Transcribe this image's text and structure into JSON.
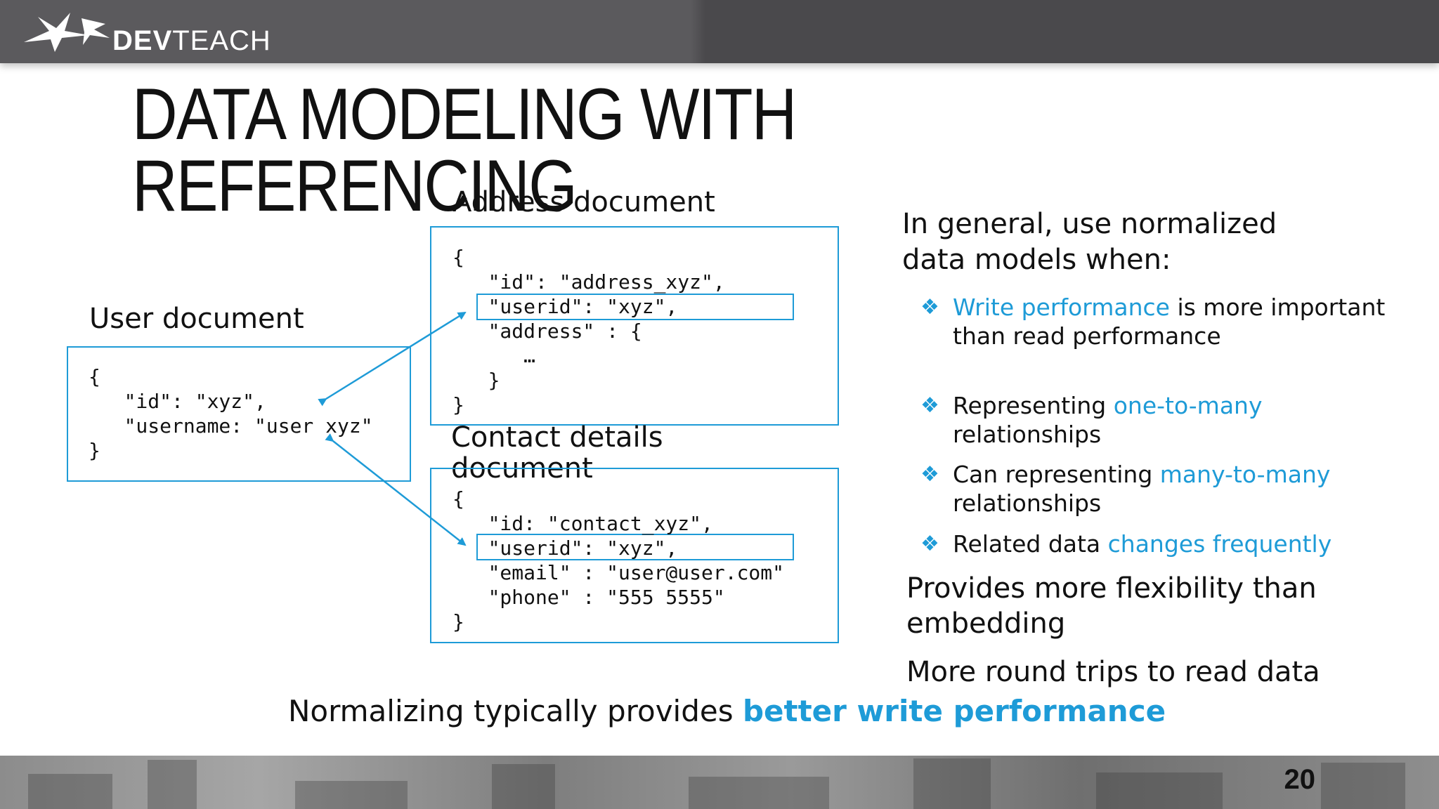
{
  "brand": {
    "logo_bold": "DEV",
    "logo_light": "TEACH"
  },
  "slide": {
    "title_line1": "DATA MODELING WITH",
    "title_line2": "REFERENCING",
    "page_number": "20"
  },
  "user_doc": {
    "label": "User document",
    "lines": [
      "{",
      "   \"id\": \"xyz\",",
      "   \"username: \"user xyz\"",
      "}"
    ]
  },
  "address_doc": {
    "label": "Address document",
    "lines": [
      "{",
      "   \"id\": \"address_xyz\",",
      "   \"userid\": \"xyz\",",
      "   \"address\" : {",
      "      …",
      "   }",
      "}"
    ]
  },
  "contact_doc": {
    "label_line1": "Contact details",
    "label_line2": "document",
    "lines": [
      "{",
      "   \"id: \"contact_xyz\",",
      "   \"userid\": \"xyz\",",
      "   \"email\" : \"user@user.com\"",
      "   \"phone\" : \"555 5555\"",
      "}"
    ]
  },
  "guidance": {
    "heading_line1": "In general, use normalized",
    "heading_line2": "data models when:",
    "bullet_marker": "❖",
    "bullets": [
      {
        "hl": "Write performance",
        "rest": " is more important than read performance"
      },
      {
        "pre": "Representing ",
        "hl": "one-to-many",
        "rest": " relationships"
      },
      {
        "pre": "Can representing ",
        "hl": "many-to-many",
        "rest": " relationships"
      },
      {
        "pre": "Related data ",
        "hl": "changes frequently"
      }
    ],
    "para1": "Provides more flexibility than embedding",
    "para2": "More round trips to read data"
  },
  "summary": {
    "prefix": "Normalizing typically provides ",
    "highlight": "better write performance"
  },
  "colors": {
    "accent": "#1e9bd7",
    "topbar": "#5b5a5d"
  }
}
